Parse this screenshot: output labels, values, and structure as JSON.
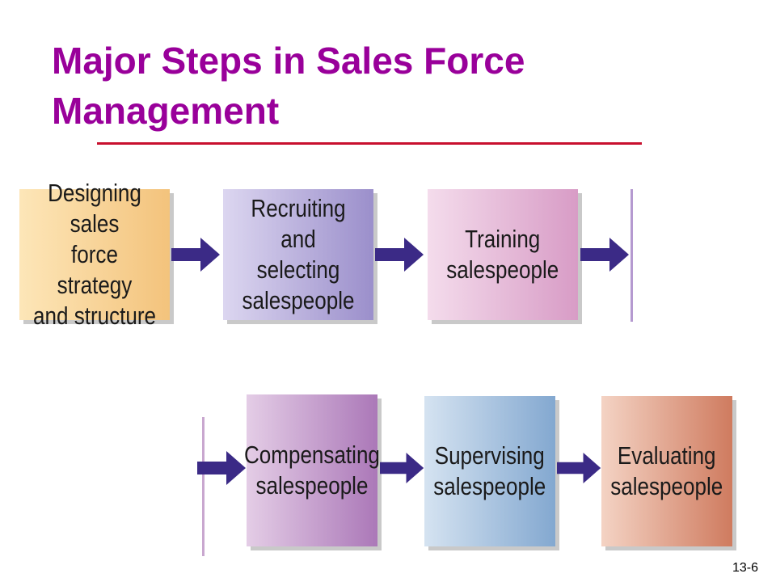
{
  "title": "Major Steps in Sales Force Management",
  "steps": [
    {
      "label": "Designing sales\nforce strategy\nand structure",
      "color_from": "#fde6b8",
      "color_to": "#f3c37c"
    },
    {
      "label": "Recruiting and\nselecting\nsalespeople",
      "color_from": "#dcd6f0",
      "color_to": "#9b8fcb"
    },
    {
      "label": "Training\nsalespeople",
      "color_from": "#f4dcec",
      "color_to": "#d89cc6"
    },
    {
      "label": "Compensating\nsalespeople",
      "color_from": "#e4cde6",
      "color_to": "#ab78b8"
    },
    {
      "label": "Supervising\nsalespeople",
      "color_from": "#d5e3f1",
      "color_to": "#83a8d0"
    },
    {
      "label": "Evaluating\nsalespeople",
      "color_from": "#f4d3c4",
      "color_to": "#cf7b5f"
    }
  ],
  "arrow_color": "#3b2a86",
  "page_number": "13-6"
}
